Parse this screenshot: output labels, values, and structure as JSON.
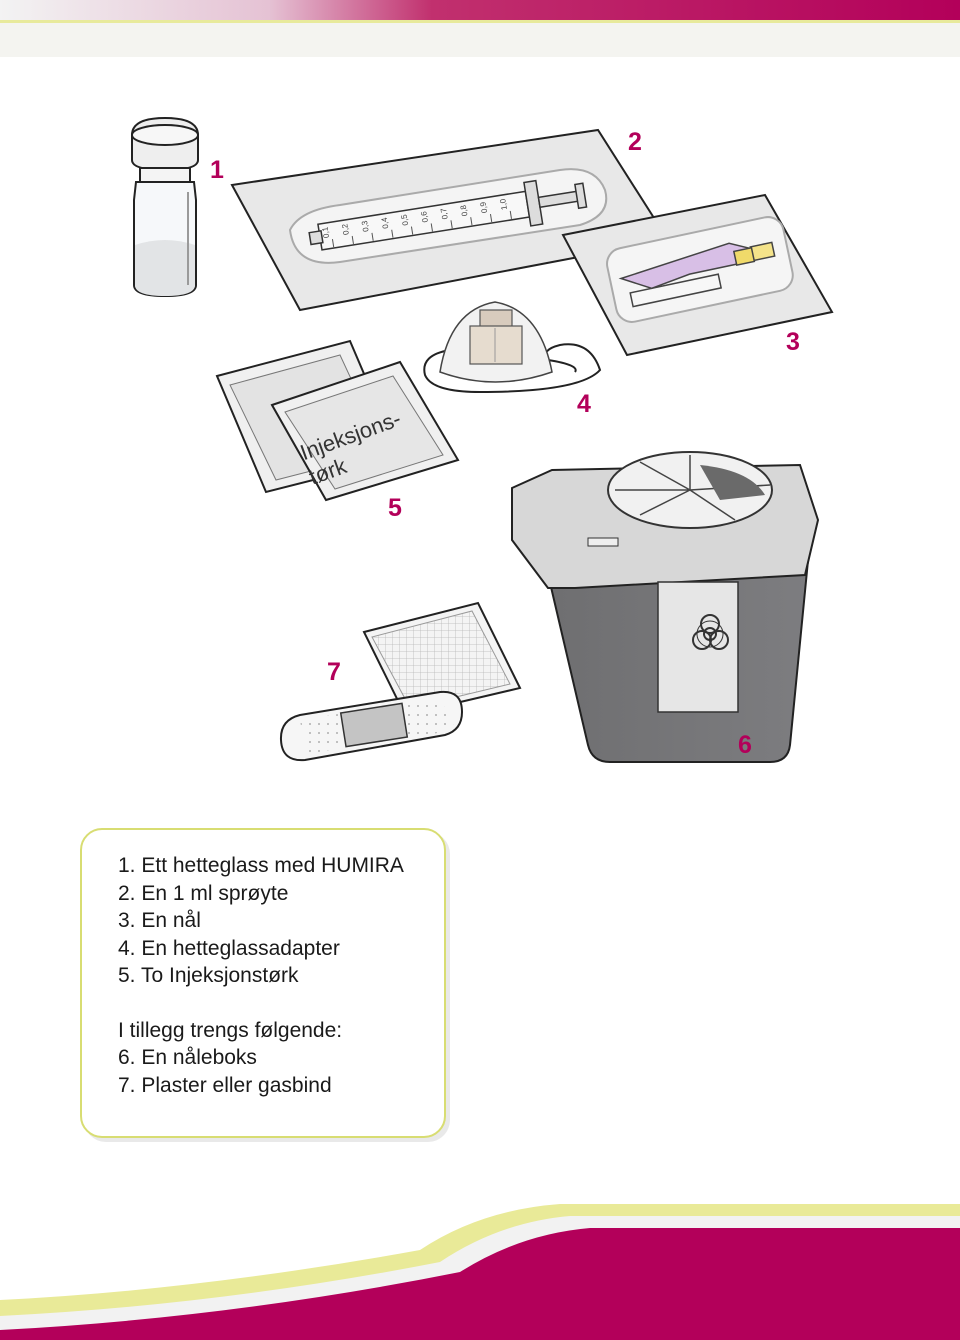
{
  "labels": {
    "n1": "1",
    "n2": "2",
    "n3": "3",
    "n4": "4",
    "n5": "5",
    "n6": "6",
    "n7": "7"
  },
  "wipe_text": {
    "line1": "Injeksjons-",
    "line2": "tørk"
  },
  "syringe_scale": [
    "0,1",
    "0,2",
    "0,3",
    "0,4",
    "0,5",
    "0,6",
    "0,7",
    "0,8",
    "0,9",
    "1,0"
  ],
  "list": {
    "items": [
      "1. Ett hetteglass med HUMIRA",
      "2. En 1 ml sprøyte",
      "3. En nål",
      "4. En hetteglassadapter",
      "5. To Injeksjonstørk"
    ],
    "extra_heading": "I tillegg trengs følgende:",
    "extra_items": [
      "6. En nåleboks",
      "7. Plaster eller gasbind"
    ]
  },
  "colors": {
    "brand_magenta": "#b3005a",
    "accent_yellow_green": "#d8dd72"
  }
}
